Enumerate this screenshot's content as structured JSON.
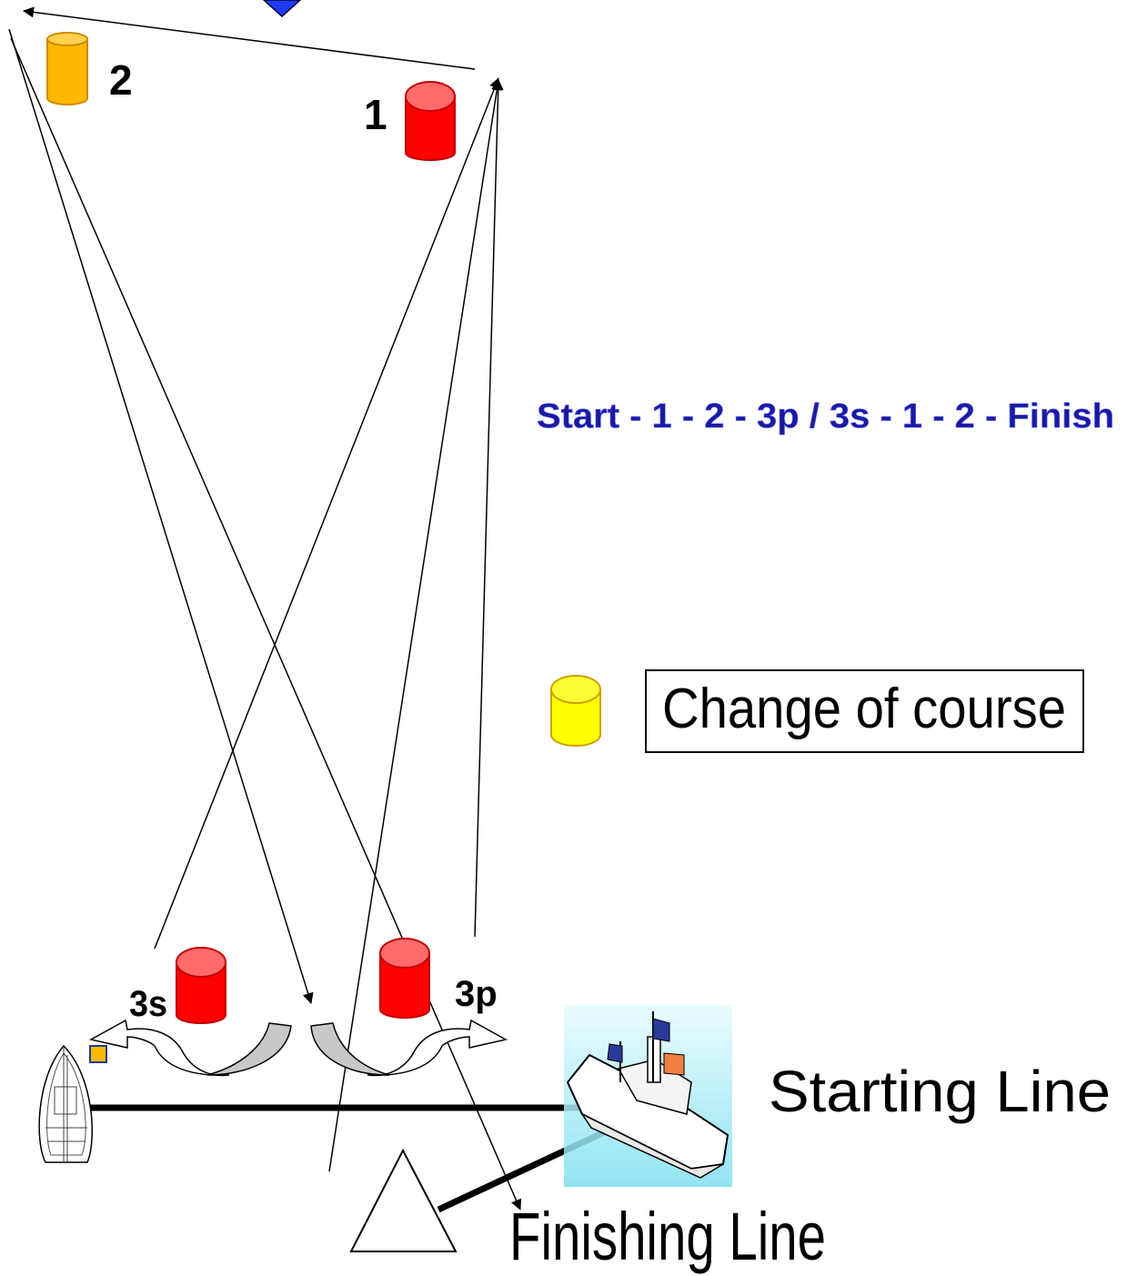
{
  "marks": {
    "mark_1": "1",
    "mark_2": "2",
    "mark_3s": "3s",
    "mark_3p": "3p"
  },
  "course_sequence": "Start - 1 - 2 - 3p / 3s - 1 - 2 - Finish",
  "legend": {
    "change_of_course": "Change of course"
  },
  "lines": {
    "starting_line": "Starting Line",
    "finishing_line": "Finishing Line"
  },
  "colors": {
    "mark_red": "#ff0000",
    "mark_red_top": "#ff6b6b",
    "mark_orange": "#ffb800",
    "mark_orange_top": "#ffd24d",
    "change_mark_yellow": "#ffff00",
    "course_text": "#1a1aa0",
    "gate_arrow_fill": "#c8c8c8"
  },
  "icons": {
    "committee_boat": "committee-boat-icon",
    "sailboat": "sailboat-icon",
    "finish_mark": "triangle-mark-icon",
    "windward_diamond": "blue-diamond-icon"
  }
}
